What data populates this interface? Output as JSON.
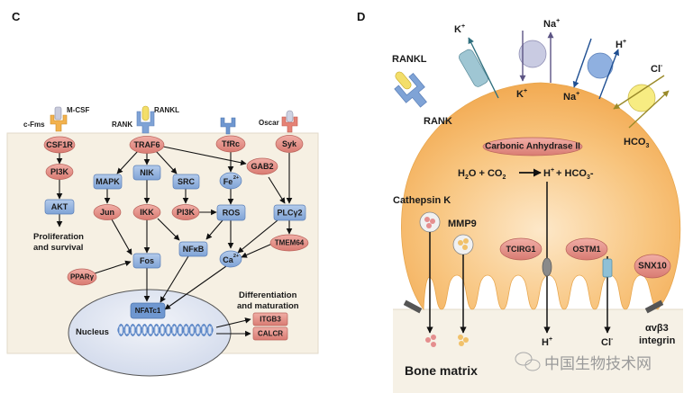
{
  "panels": {
    "c": {
      "letter": "C",
      "receptors": {
        "mcsf": "M-CSF",
        "cfms": "c-Fms",
        "rank": "RANK",
        "rankl": "RANKL",
        "oscar": "Oscar"
      },
      "nodes": {
        "csf1r": "CSF1R",
        "pi3k_left": "PI3K",
        "akt": "AKT",
        "traf6": "TRAF6",
        "mapk": "MAPK",
        "nik": "NIK",
        "src": "SRC",
        "jun": "Jun",
        "ikk": "IKK",
        "pi3k_mid": "PI3K",
        "tfrc": "TfRc",
        "fe": "Fe",
        "fe_sup": "2+",
        "ros": "ROS",
        "gab2": "GAB2",
        "syk": "Syk",
        "plcg2": "PLCγ2",
        "tmem64": "TMEM64",
        "nfkb": "NFκB",
        "fos": "Fos",
        "ca": "Ca",
        "ca_sup": "2+",
        "ppary": "PPARγ",
        "nfatc1": "NFATc1",
        "itgb3": "ITGB3",
        "calcr": "CALCR"
      },
      "labels": {
        "proliferation_line1": "Proliferation",
        "proliferation_line2": "and survival",
        "differentiation_line1": "Differentiation",
        "differentiation_line2": "and maturation",
        "nucleus": "Nucleus"
      }
    },
    "d": {
      "letter": "D",
      "labels": {
        "rankl": "RANKL",
        "rank": "RANK",
        "k_out": "K",
        "k_in": "K",
        "na_out": "Na",
        "na_in": "Na",
        "h_out": "H",
        "cl_out": "Cl",
        "hco3": "HCO",
        "hco3_sub": "3",
        "carbonic_anhydrase": "Carbonic Anhydrase II",
        "eq_h2o": "H",
        "eq_h2o_sub": "2",
        "eq_o_plus_co": "O + CO",
        "eq_co2_sub": "2",
        "eq_h": "H",
        "eq_plus_hco": "+ HCO",
        "eq_hco3_sub": "3",
        "eq_minus": "-",
        "cathepsin_k": "Cathepsin K",
        "mmp9": "MMP9",
        "tcirg1": "TCIRG1",
        "ostm1": "OSTM1",
        "snx10": "SNX10",
        "h_secreted": "H",
        "cl_secreted": "Cl",
        "integrin_line1": "αvβ3",
        "integrin_line2": "integrin",
        "bone_matrix": "Bone matrix",
        "plus": "+",
        "minus": "-"
      },
      "watermark": "中国生物技术网"
    }
  },
  "colors": {
    "cell_bg_c": "#f6f0e3",
    "blue_node": "#93b3de",
    "red_node": "#e28e86",
    "nucleus": "#dfe5f1",
    "osteoclast": "#f5b867",
    "bone": "#f6f1e6",
    "dna": "#5b86c6"
  }
}
